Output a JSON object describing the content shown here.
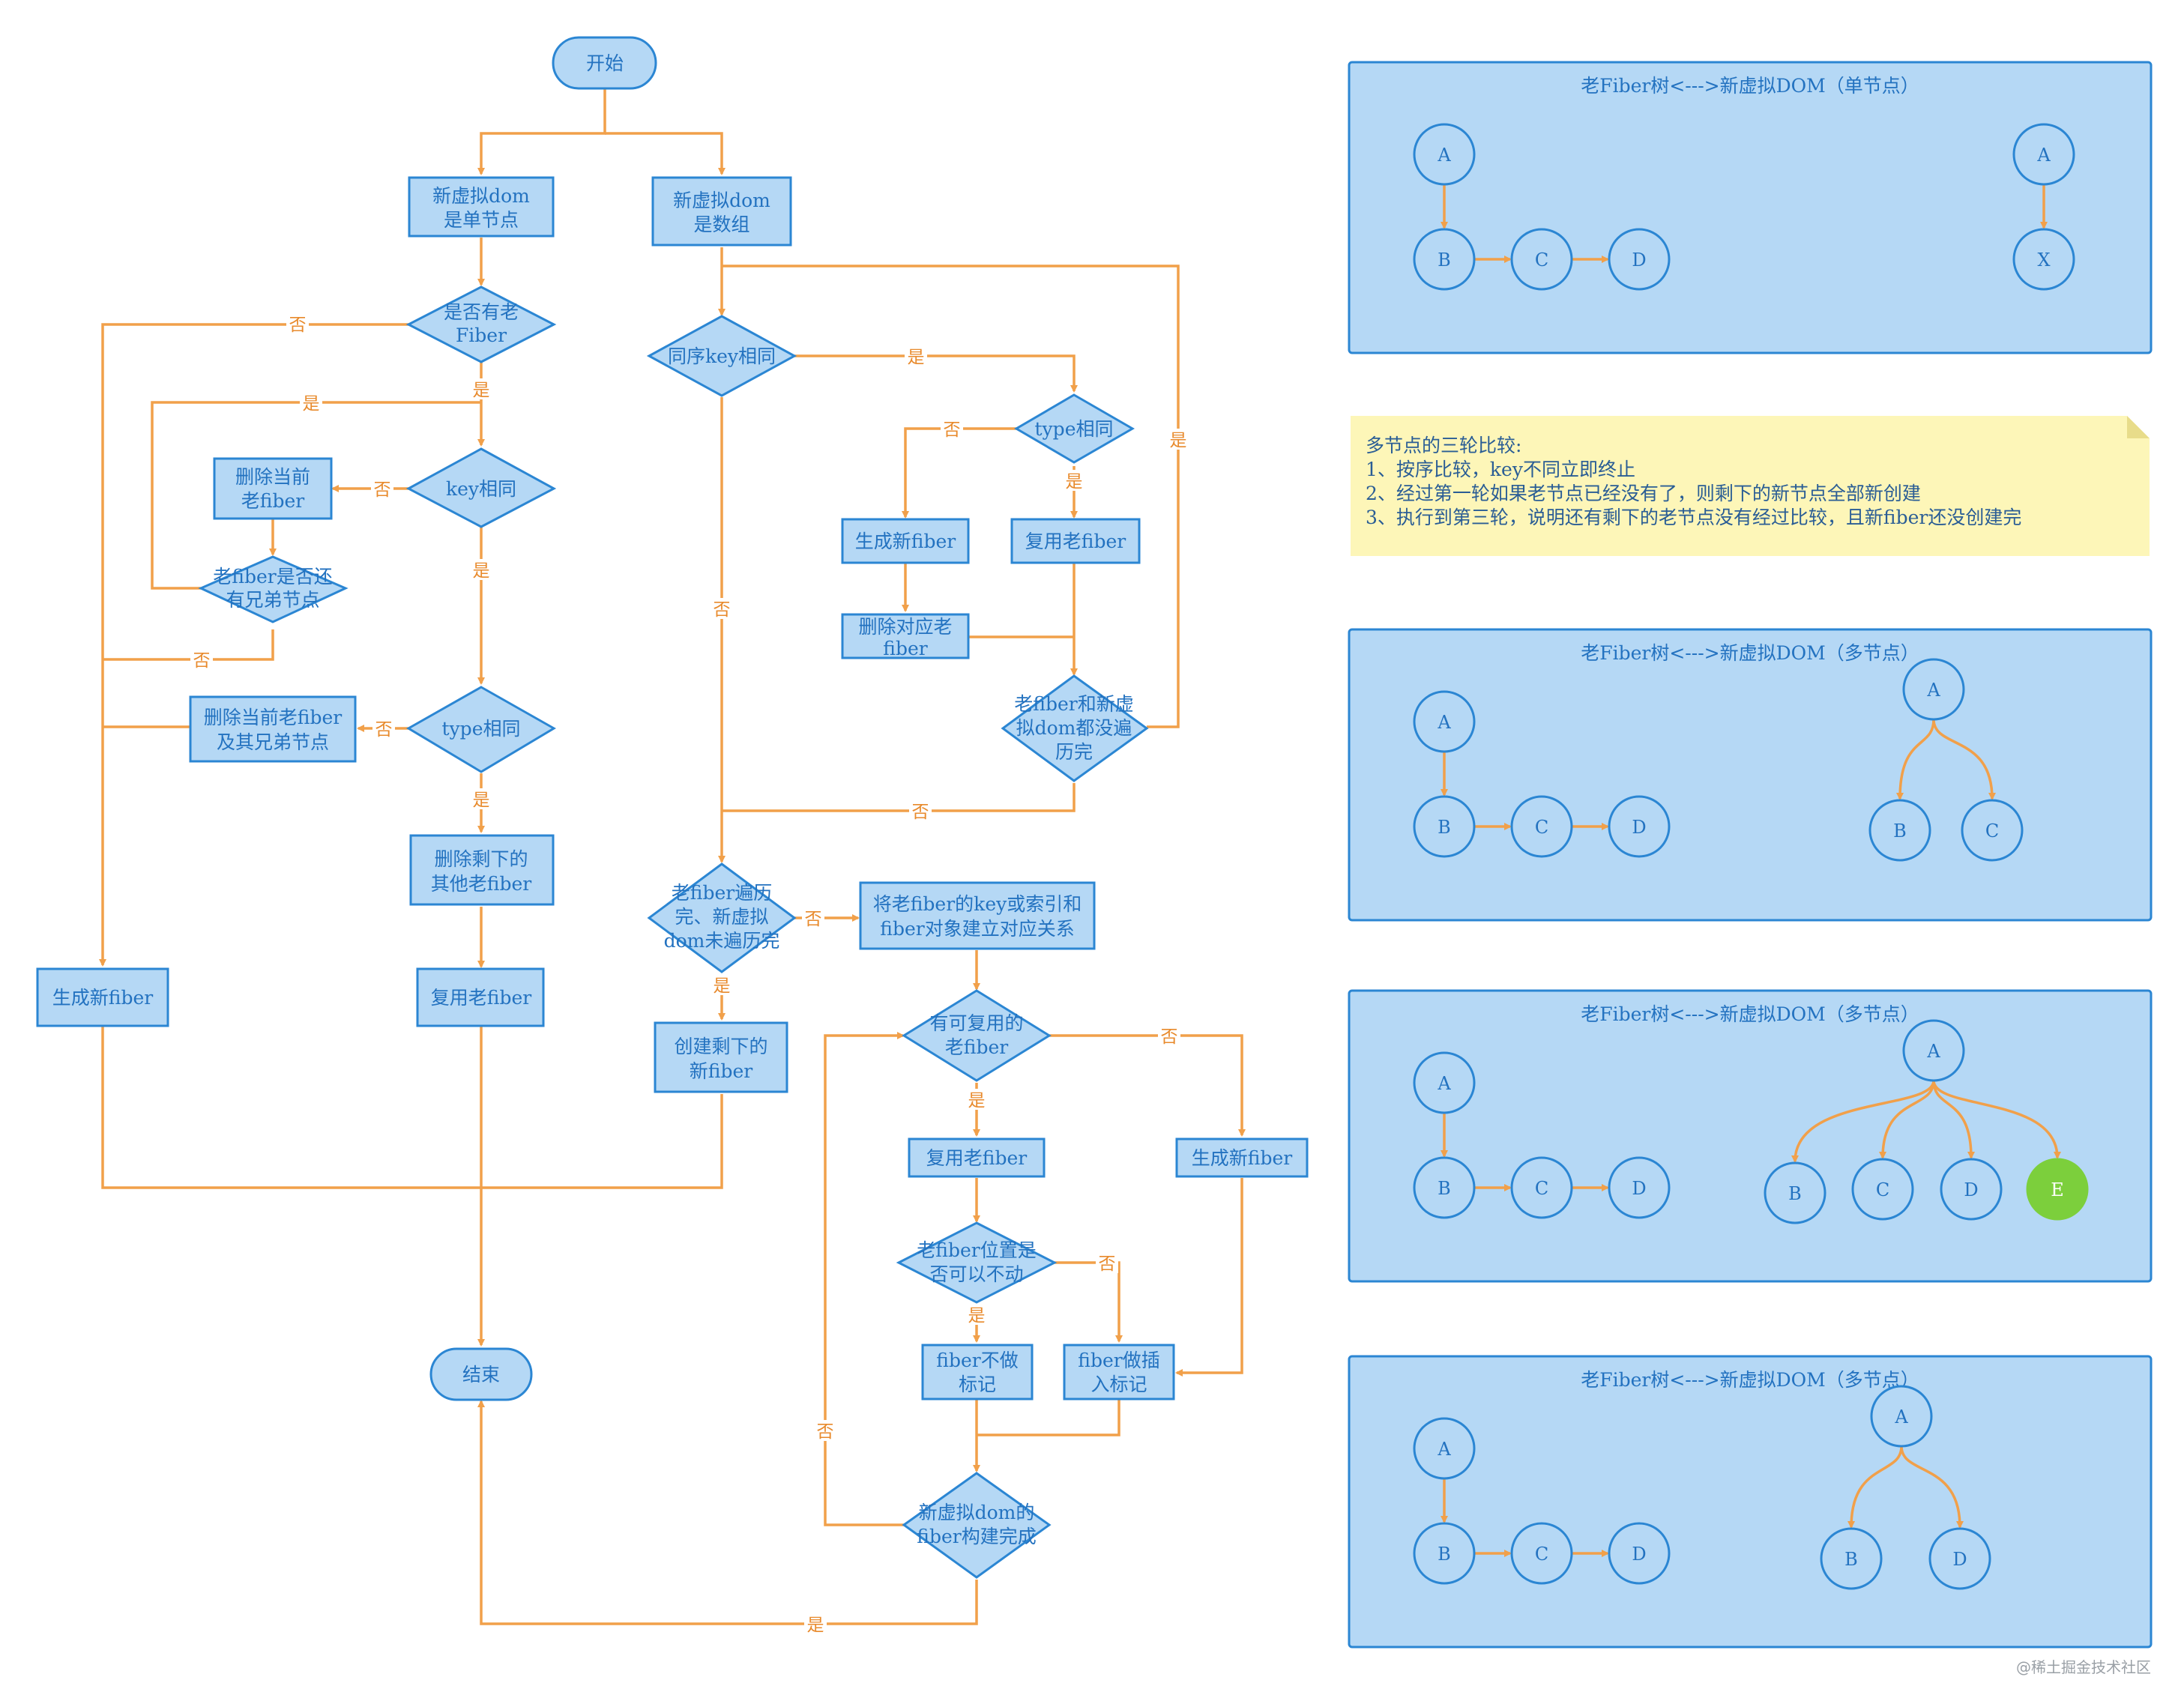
{
  "flow": {
    "start": "开始",
    "end": "结束",
    "single_node": [
      "新虚拟dom",
      "是单节点"
    ],
    "array_node": [
      "新虚拟dom",
      "是数组"
    ],
    "has_old_fiber": [
      "是否有老",
      "Fiber"
    ],
    "key_same": "key相同",
    "delete_current_old": [
      "删除当前",
      "老fiber"
    ],
    "old_has_sibling": [
      "老fiber是否还",
      "有兄弟节点"
    ],
    "type_same_left": "type相同",
    "delete_current_and_siblings": [
      "删除当前老fiber",
      "及其兄弟节点"
    ],
    "delete_remaining": [
      "删除剩下的",
      "其他老fiber"
    ],
    "reuse_left": "复用老fiber",
    "create_new_left": "生成新fiber",
    "same_order_key": "同序key相同",
    "type_same_right": "type相同",
    "create_new_mid": "生成新fiber",
    "reuse_mid": "复用老fiber",
    "delete_matching": [
      "删除对应老",
      "fiber"
    ],
    "both_not_done": [
      "老fiber和新虚",
      "拟dom都没遍",
      "历完"
    ],
    "old_done_new_not": [
      "老fiber遍历",
      "完、新虚拟",
      "dom未遍历完"
    ],
    "create_remaining": [
      "创建剩下的",
      "新fiber"
    ],
    "build_map": [
      "将老fiber的key或索引和",
      "fiber对象建立对应关系"
    ],
    "has_reusable": [
      "有可复用的",
      "老fiber"
    ],
    "reuse_bottom": "复用老fiber",
    "create_bottom": "生成新fiber",
    "pos_unchanged": [
      "老fiber位置是",
      "否可以不动"
    ],
    "no_mark": [
      "fiber不做",
      "标记"
    ],
    "insert_mark": [
      "fiber做插",
      "入标记"
    ],
    "all_built": [
      "新虚拟dom的",
      "fiber构建完成"
    ],
    "yes": "是",
    "no": "否"
  },
  "panels": [
    {
      "title": "老Fiber树<--->新虚拟DOM（单节点）",
      "left": [
        "A",
        "B",
        "C",
        "D"
      ],
      "right": [
        "A",
        "X"
      ]
    },
    {
      "title": "老Fiber树<--->新虚拟DOM（多节点）",
      "left": [
        "A",
        "B",
        "C",
        "D"
      ],
      "right": [
        "A",
        "B",
        "C"
      ]
    },
    {
      "title": "老Fiber树<--->新虚拟DOM（多节点）",
      "left": [
        "A",
        "B",
        "C",
        "D"
      ],
      "right": [
        "A",
        "B",
        "C",
        "D",
        "E"
      ]
    },
    {
      "title": "老Fiber树<--->新虚拟DOM（多节点）",
      "left": [
        "A",
        "B",
        "C",
        "D"
      ],
      "right": [
        "A",
        "B",
        "D"
      ]
    }
  ],
  "note": {
    "title": "多节点的三轮比较:",
    "lines": [
      "1、按序比较，key不同立即终止",
      "2、经过第一轮如果老节点已经没有了，则剩下的新节点全部新创建",
      "3、执行到第三轮，说明还有剩下的老节点没有经过比较，且新fiber还没创建完"
    ]
  },
  "watermark": "@稀土掘金技术社区",
  "colors": {
    "box_fill": "#b5d8f5",
    "box_stroke": "#2b86d3",
    "text": "#2372c0",
    "edge": "#f1a04a",
    "note": "#fdf6b8",
    "new_node": "#7ccf3c"
  }
}
